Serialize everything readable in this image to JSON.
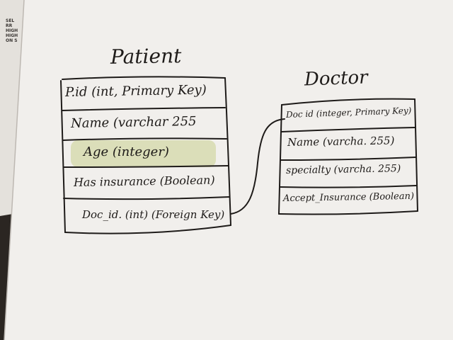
{
  "colors": {
    "paper": "#f1efec",
    "ink": "#1e1b19",
    "highlight": "#c9d08f",
    "background": "#2b2622"
  },
  "background_scrap": {
    "lines": [
      "SEL",
      "RR",
      "HIGH",
      "HIGH",
      "ON S"
    ]
  },
  "entities": [
    {
      "title": "Patient",
      "fields": [
        "P.id (int, Primary Key)",
        "Name (varchar 255",
        "Age (integer)",
        "Has insurance (Boolean)",
        "Doc_id. (int) (Foreign Key)"
      ]
    },
    {
      "title": "Doctor",
      "fields": [
        "Doc id (integer, Primary Key)",
        "Name (varcha. 255)",
        "specialty (varcha. 255)",
        "Accept_Insurance (Boolean)"
      ]
    }
  ],
  "relationship": {
    "from": "Doc_id. (int) (Foreign Key)",
    "to": "Doc id (integer, Primary Key)"
  }
}
